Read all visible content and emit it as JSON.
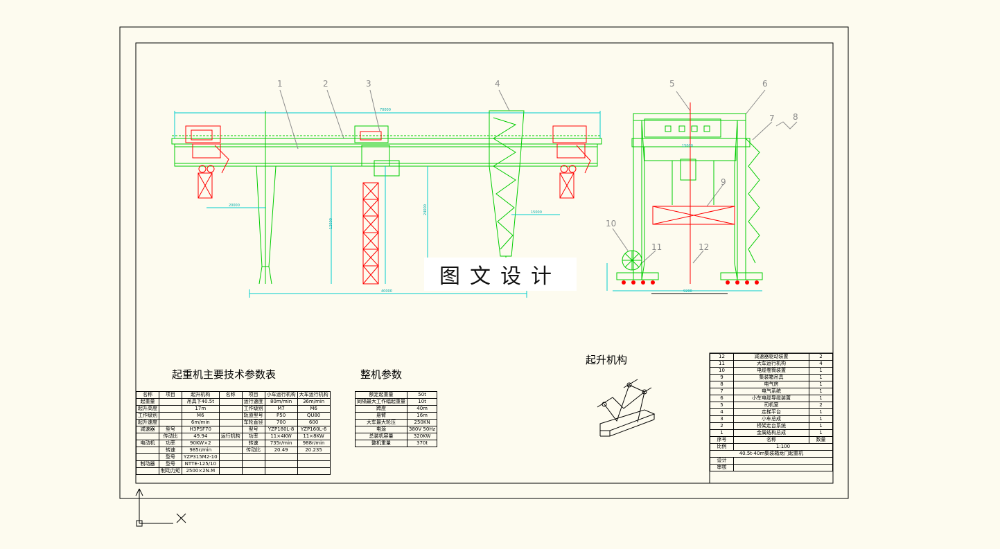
{
  "titles": {
    "main_params": "起重机主要技术参数表",
    "overall_params": "整机参数",
    "hoist_mechanism": "起升机构",
    "watermark": "图文设计"
  },
  "callouts": [
    "1",
    "2",
    "3",
    "4",
    "5",
    "6",
    "7",
    "8",
    "9",
    "10",
    "11",
    "12"
  ],
  "dimensions": {
    "side_total_width": "70000",
    "left_cantilever": "20000",
    "right_cantilever": "15000",
    "span": "40000",
    "height_a": "12000",
    "height_b": "24000",
    "end_width": "15000",
    "wheelbase": "9200"
  },
  "main_table": {
    "rows": [
      [
        "名称",
        "项目",
        "起升机构",
        "名称",
        "项目",
        "小车运行机构",
        "大车运行机构"
      ],
      [
        "起重量",
        "",
        "吊具下40.5t",
        "",
        "运行速度",
        "80m/min",
        "36m/min"
      ],
      [
        "起升高度",
        "",
        "17m",
        "",
        "工作级别",
        "M7",
        "M6"
      ],
      [
        "工作级别",
        "",
        "M6",
        "",
        "轨道型号",
        "P50",
        "QU80"
      ],
      [
        "起升速度",
        "",
        "6m/min",
        "",
        "车轮直径",
        "700",
        "600"
      ],
      [
        "减速器",
        "型号",
        "H3PSF70",
        "",
        "型号",
        "YZP180L-8",
        "YZP160L-6"
      ],
      [
        "",
        "传动比",
        "49.94",
        "运行机构",
        "功率",
        "11×4KW",
        "11×8KW"
      ],
      [
        "电动机",
        "功率",
        "90KW×2",
        "",
        "转速",
        "735r/min",
        "988r/min"
      ],
      [
        "",
        "转速",
        "985r/min",
        "",
        "传动比",
        "20.49",
        "20.235"
      ],
      [
        "",
        "型号",
        "YZP315M2-10",
        "",
        "",
        "",
        ""
      ],
      [
        "制动器",
        "型号",
        "NTTE-125/10",
        "",
        "",
        "",
        ""
      ],
      [
        "",
        "制动力矩",
        "2500×2N.M",
        "",
        "",
        "",
        ""
      ]
    ]
  },
  "overall_table": {
    "rows": [
      [
        "额定起重量",
        "50t"
      ],
      [
        "同隔最大工作幅起重量",
        "10t"
      ],
      [
        "跨度",
        "40m"
      ],
      [
        "悬臂",
        "16m"
      ],
      [
        "大车最大轮压",
        "250KN"
      ],
      [
        "电源",
        "380V 50Hz"
      ],
      [
        "总装机容量",
        "320KW"
      ],
      [
        "整机重量",
        "370t"
      ]
    ]
  },
  "parts_list": {
    "items": [
      [
        "12",
        "减速器驱动装置",
        "2"
      ],
      [
        "11",
        "大车运行机构",
        "4"
      ],
      [
        "10",
        "电缆卷筒装置",
        "1"
      ],
      [
        "9",
        "集装箱吊具",
        "1"
      ],
      [
        "8",
        "电气房",
        "1"
      ],
      [
        "7",
        "电气系统",
        "1"
      ],
      [
        "6",
        "小车电缆导缆装置",
        "1"
      ],
      [
        "5",
        "司机室",
        "2"
      ],
      [
        "4",
        "走梯平台",
        "1"
      ],
      [
        "3",
        "小车总成",
        "1"
      ],
      [
        "2",
        "桥架走台系统",
        "1"
      ],
      [
        "1",
        "金属结构总成",
        "1"
      ]
    ],
    "header": [
      "序号",
      "名称",
      "数量"
    ],
    "scale_label": "比例",
    "scale_value": "1:100",
    "drawing_title": "40.5t-40m集装箱龙门起重机",
    "design_label": "设计",
    "review_label": "审核"
  },
  "colors": {
    "background": "#fdfbef",
    "frame": "#000000",
    "structure": "#00cc00",
    "dimension": "#00cccc",
    "member": "#ff0000",
    "callout": "#8a8a8a"
  },
  "icons": [
    "ucs-axis-icon"
  ]
}
